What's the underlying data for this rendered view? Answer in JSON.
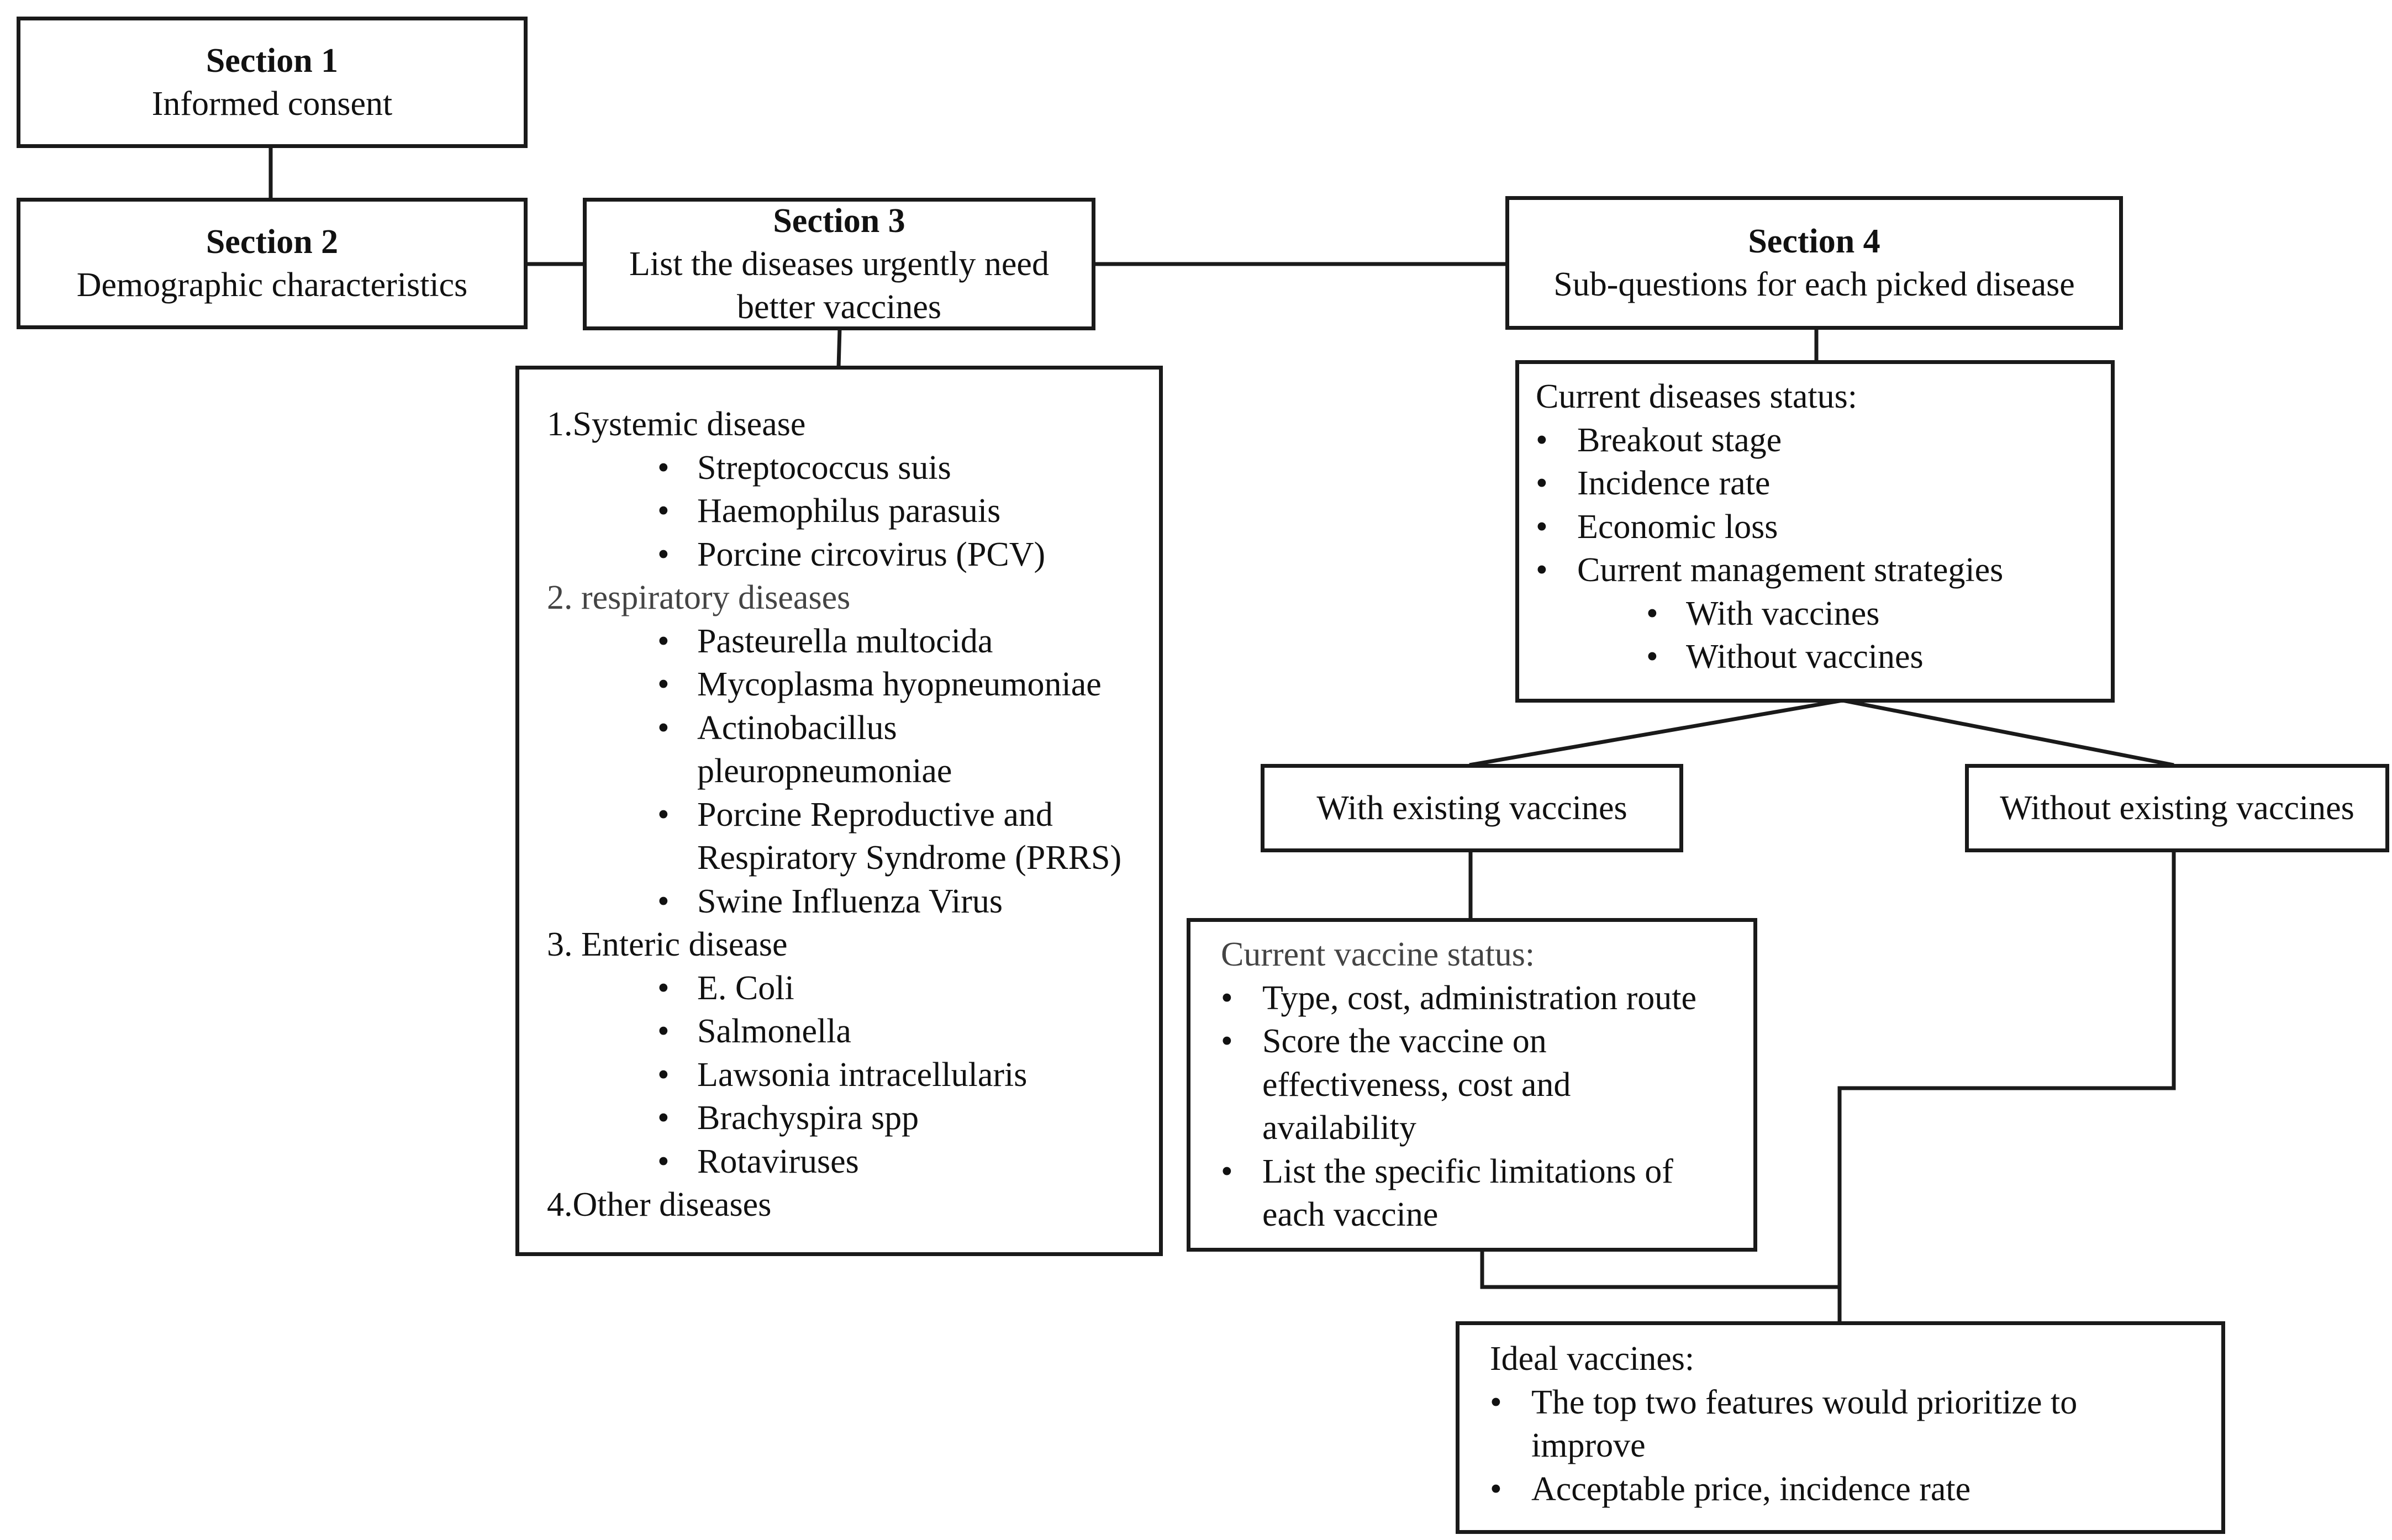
{
  "section1": {
    "title": "Section 1",
    "subtitle": "Informed consent"
  },
  "section2": {
    "title": "Section 2",
    "subtitle": "Demographic characteristics"
  },
  "section3": {
    "title": "Section 3",
    "subtitle_line1": "List the diseases urgently need",
    "subtitle_line2": "better vaccines"
  },
  "section4": {
    "title": "Section 4",
    "subtitle": "Sub-questions for each picked disease"
  },
  "disease_list": {
    "systemic": "1.Systemic disease",
    "systemic_items": [
      "Streptococcus suis",
      "Haemophilus parasuis",
      "Porcine circovirus (PCV)"
    ],
    "respiratory": "2. respiratory diseases",
    "resp_item1": "Pasteurella multocida",
    "resp_item2": "Mycoplasma hyopneumoniae",
    "resp_item3_line1": "Actinobacillus",
    "resp_item3_line2": "pleuropneumoniae",
    "resp_item4_line1": "Porcine Reproductive and",
    "resp_item4_line2": "Respiratory Syndrome (PRRS)",
    "resp_item5": "Swine Influenza Virus",
    "enteric": "3. Enteric disease",
    "enteric_items": [
      "E. Coli",
      "Salmonella",
      "Lawsonia intracellularis",
      "Brachyspira spp",
      "Rotaviruses"
    ],
    "other": "4.Other diseases"
  },
  "status": {
    "heading": "Current diseases status:",
    "items": [
      "Breakout stage",
      "Incidence rate",
      "Economic loss",
      "Current management strategies"
    ],
    "sub_items": [
      "With vaccines",
      "Without vaccines"
    ]
  },
  "with_existing": "With existing vaccines",
  "without_existing": "Without existing vaccines",
  "vaccine_status": {
    "heading": "Current vaccine status:",
    "item1": "Type, cost, administration route",
    "item2_line1": "Score the vaccine on",
    "item2_line2": "effectiveness, cost and",
    "item2_line3": "availability",
    "item3_line1": "List the specific limitations of",
    "item3_line2": "each vaccine"
  },
  "ideal": {
    "heading": "Ideal vaccines:",
    "item1_line1": "The top two features would prioritize to",
    "item1_line2": "improve",
    "item2": "Acceptable price, incidence rate"
  }
}
